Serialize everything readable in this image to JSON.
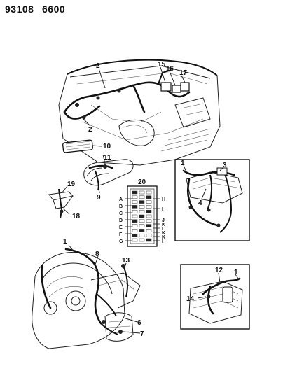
{
  "header": {
    "left_code": "93108",
    "right_code": "6600"
  },
  "callouts": {
    "c1_left": "1",
    "c2_top": "2",
    "c2_bottom": "2",
    "c6": "6",
    "c7": "7",
    "c8": "8",
    "c9": "9",
    "c10": "10",
    "c11": "11",
    "c13": "13",
    "c15": "15",
    "c16": "16",
    "c17": "17",
    "c18": "18",
    "c19": "19",
    "c20": "20",
    "inset1_c1": "1",
    "inset1_c3": "3",
    "inset1_c4": "4",
    "inset2_c12": "12",
    "inset2_c1": "1",
    "inset2_c14": "14"
  },
  "fuse_block": {
    "left_letters": [
      "A",
      "B",
      "C",
      "D",
      "E",
      "F",
      "G"
    ],
    "right_letters": [
      "H",
      "I",
      "J",
      "K",
      "L",
      "K",
      "K",
      "I"
    ]
  }
}
